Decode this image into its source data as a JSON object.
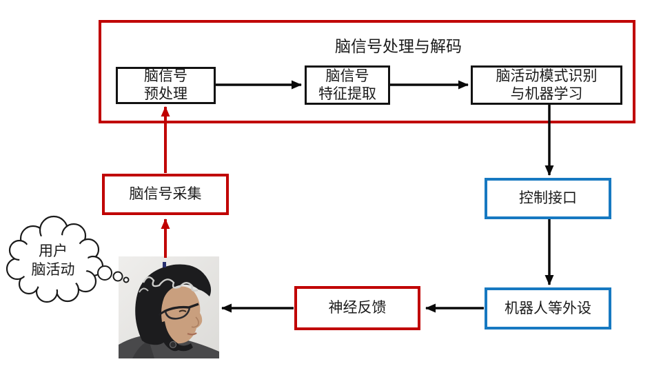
{
  "diagram": {
    "container": {
      "title": "脑信号处理与解码"
    },
    "boxes": {
      "preprocess": {
        "line1": "脑信号",
        "line2": "预处理"
      },
      "feature": {
        "line1": "脑信号",
        "line2": "特征提取"
      },
      "pattern": {
        "line1": "脑活动模式识别",
        "line2": "与机器学习"
      },
      "acquisition": {
        "label": "脑信号采集"
      },
      "control_interface": {
        "label": "控制接口"
      },
      "robot_peripherals": {
        "label": "机器人等外设"
      },
      "neurofeedback": {
        "label": "神经反馈"
      }
    },
    "thought_cloud": {
      "line1": "用户",
      "line2": "脑活动"
    },
    "colors": {
      "red_accent": "#c00000",
      "blue_accent": "#1779c1",
      "line_black": "#0a0a0a",
      "text": "#1a1a1a",
      "background": "#ffffff"
    }
  }
}
